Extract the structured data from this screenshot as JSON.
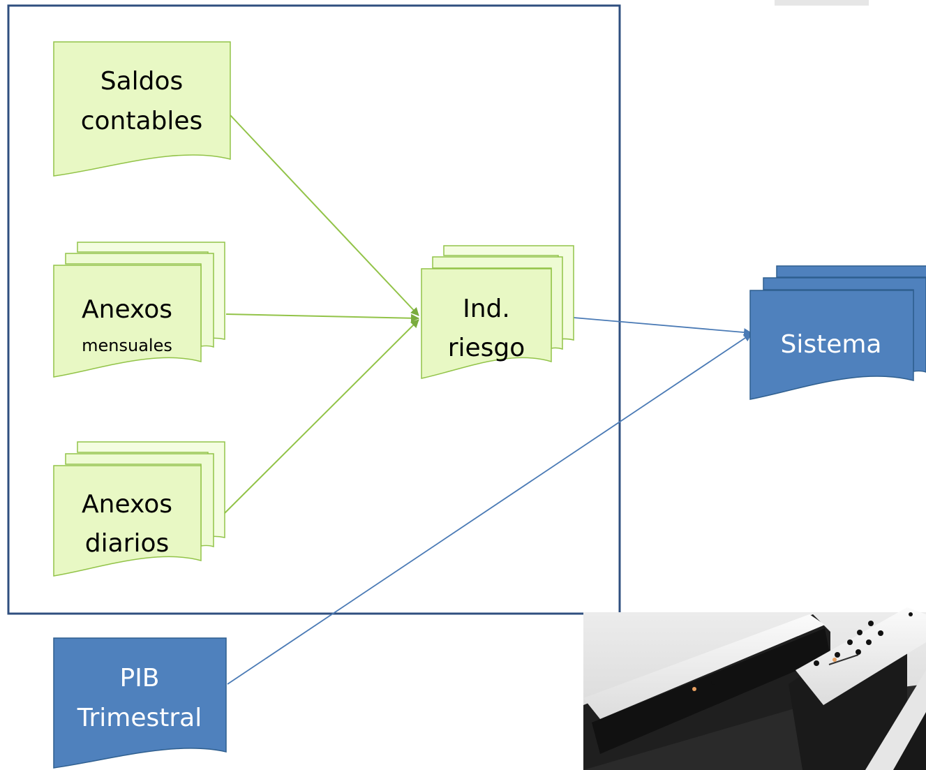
{
  "nodes": {
    "saldos": {
      "line1": "Saldos",
      "line2": "contables"
    },
    "anexos_mensuales": {
      "line1": "Anexos",
      "line2": "mensuales"
    },
    "anexos_diarios": {
      "line1": "Anexos",
      "line2": "diarios"
    },
    "ind_riesgo": {
      "line1": "Ind.",
      "line2": "riesgo"
    },
    "sistema": {
      "line1": "Sistema"
    },
    "pib": {
      "line1": "PIB",
      "line2": "Trimestral"
    }
  },
  "colors": {
    "green_fill": "#e8f8c4",
    "green_fill_light": "#f4fde0",
    "green_stroke": "#92c348",
    "green_arrow": "#7aab3e",
    "blue_fill": "#4f81bd",
    "blue_stroke": "#2f5f8f",
    "blue_arrow": "#4a7ab5",
    "frame": "#2f4f7f"
  },
  "photo": {
    "subject": "falling-dominoes"
  }
}
